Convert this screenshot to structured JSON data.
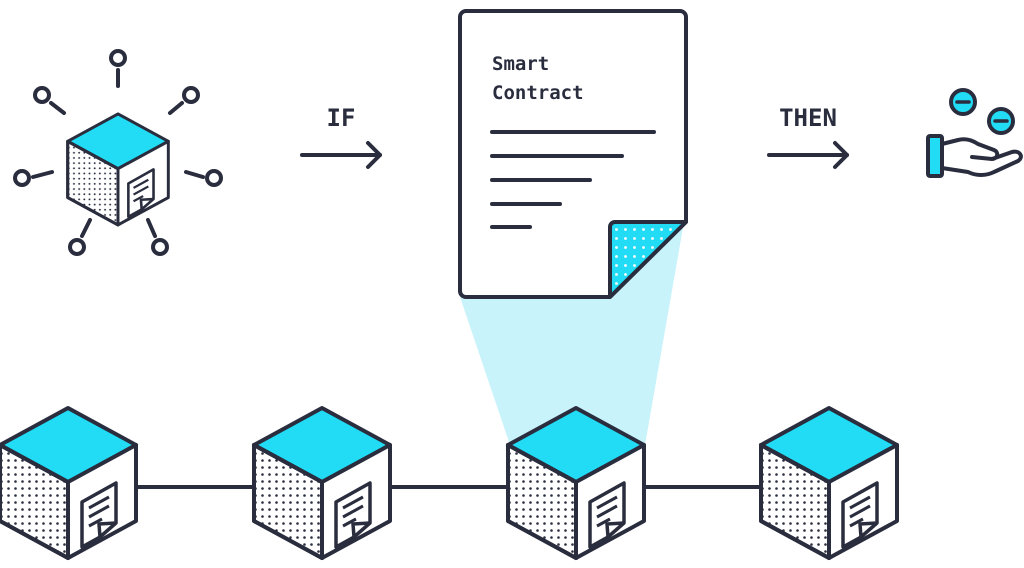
{
  "flow": {
    "if_label": "IF",
    "then_label": "THEN"
  },
  "contract": {
    "title_line1": "Smart",
    "title_line2": "Contract"
  },
  "chain": {
    "block_count": 4,
    "highlighted_block": 3
  },
  "icons": {
    "network_node": "network-cube-icon",
    "contract_document": "document-icon",
    "payment": "hand-coins-icon",
    "arrow": "arrow-right-icon",
    "block": "block-cube-icon"
  },
  "colors": {
    "ink": "#2a2d3e",
    "accent": "#22dcf5",
    "beam": "#c9f3fa",
    "paper": "#ffffff"
  }
}
